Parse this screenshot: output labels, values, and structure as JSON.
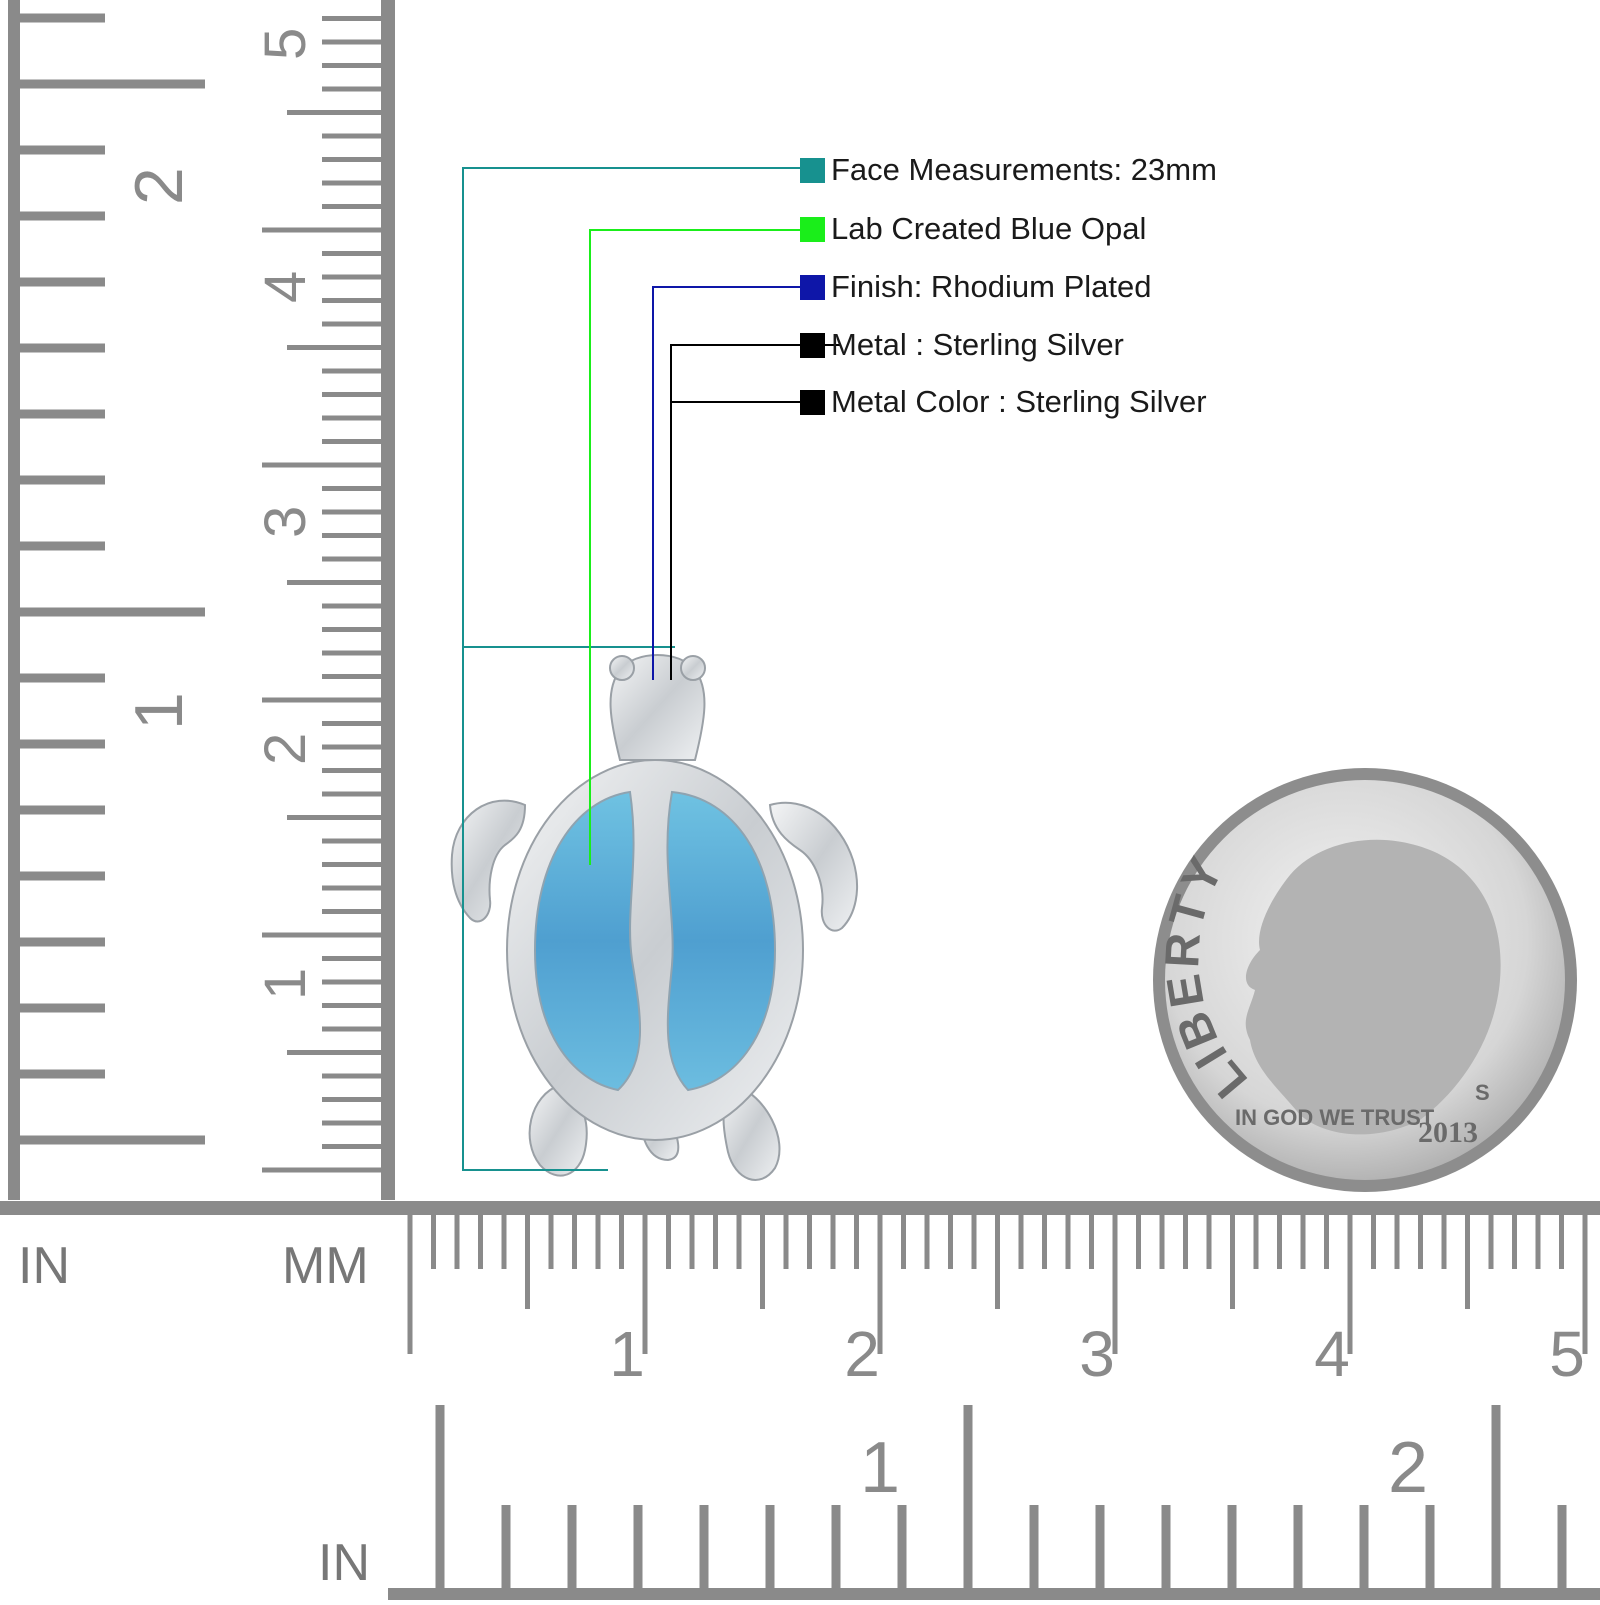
{
  "legend": {
    "items": [
      {
        "label": "Face Measurements: 23mm",
        "color": "#17918f"
      },
      {
        "label": "Lab Created Blue Opal",
        "color": "#1aee1a"
      },
      {
        "label": "Finish: Rhodium Plated",
        "color": "#0e16a8"
      },
      {
        "label": "Metal : Sterling Silver",
        "color": "#000000"
      },
      {
        "label": "Metal Color : Sterling Silver",
        "color": "#000000"
      }
    ]
  },
  "rulers": {
    "left_in_label": "IN",
    "left_mm_label": "MM",
    "bottom_in_label": "IN",
    "left_mm_numbers": [
      "1",
      "2",
      "3",
      "4",
      "5"
    ],
    "left_in_numbers": [
      "1",
      "2"
    ],
    "bottom_mm_numbers": [
      "1",
      "2",
      "3",
      "4",
      "5"
    ],
    "bottom_in_numbers": [
      "1",
      "2"
    ]
  },
  "dime": {
    "legend_text": "LIBERTY",
    "motto": "IN GOD WE TRUST",
    "year": "2013",
    "mint_mark": "S"
  },
  "colors": {
    "ruler": "#8a8a8a",
    "opal": "#5aa9d6",
    "silver": "#d9dcdf"
  }
}
